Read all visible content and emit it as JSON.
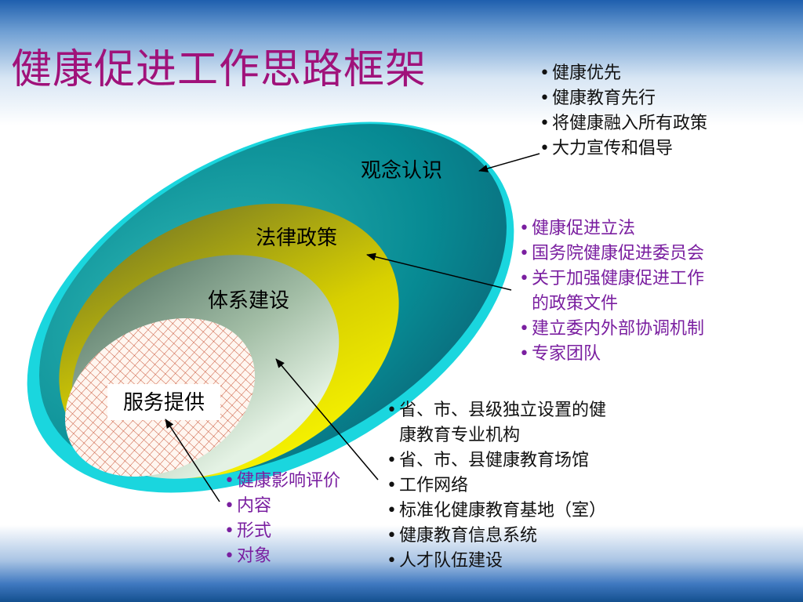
{
  "title": "健康促进工作思路框架",
  "layers": {
    "concept": "观念认识",
    "law_policy": "法律政策",
    "system": "体系建设",
    "service": "服务提供"
  },
  "concept_points": [
    "健康优先",
    "健康教育先行",
    "将健康融入所有政策",
    "大力宣传和倡导"
  ],
  "law_policy_points": [
    "健康促进立法",
    "国务院健康促进委员会",
    "关于加强健康促进工作",
    "的政策文件",
    "建立委内外部协调机制",
    "专家团队"
  ],
  "system_points": [
    "省、市、县级独立设置的健",
    "康教育专业机构",
    "省、市、县健康教育场馆",
    "工作网络",
    "标准化健康教育基地（室）",
    "健康教育信息系统",
    "人才队伍建设"
  ],
  "service_points": [
    "健康影响评价",
    "内容",
    "形式",
    "对象"
  ],
  "colors": {
    "title": "#a0127a",
    "outer_ellipse": "#0a8f9c",
    "outer_rim": "#12d6e2",
    "middle_ellipse": "#e8e000",
    "inner_ellipse": "#7aa082",
    "core_fill": "#fff4ee",
    "core_mesh": "#c9573a",
    "purple_text": "#7a1fa0"
  }
}
